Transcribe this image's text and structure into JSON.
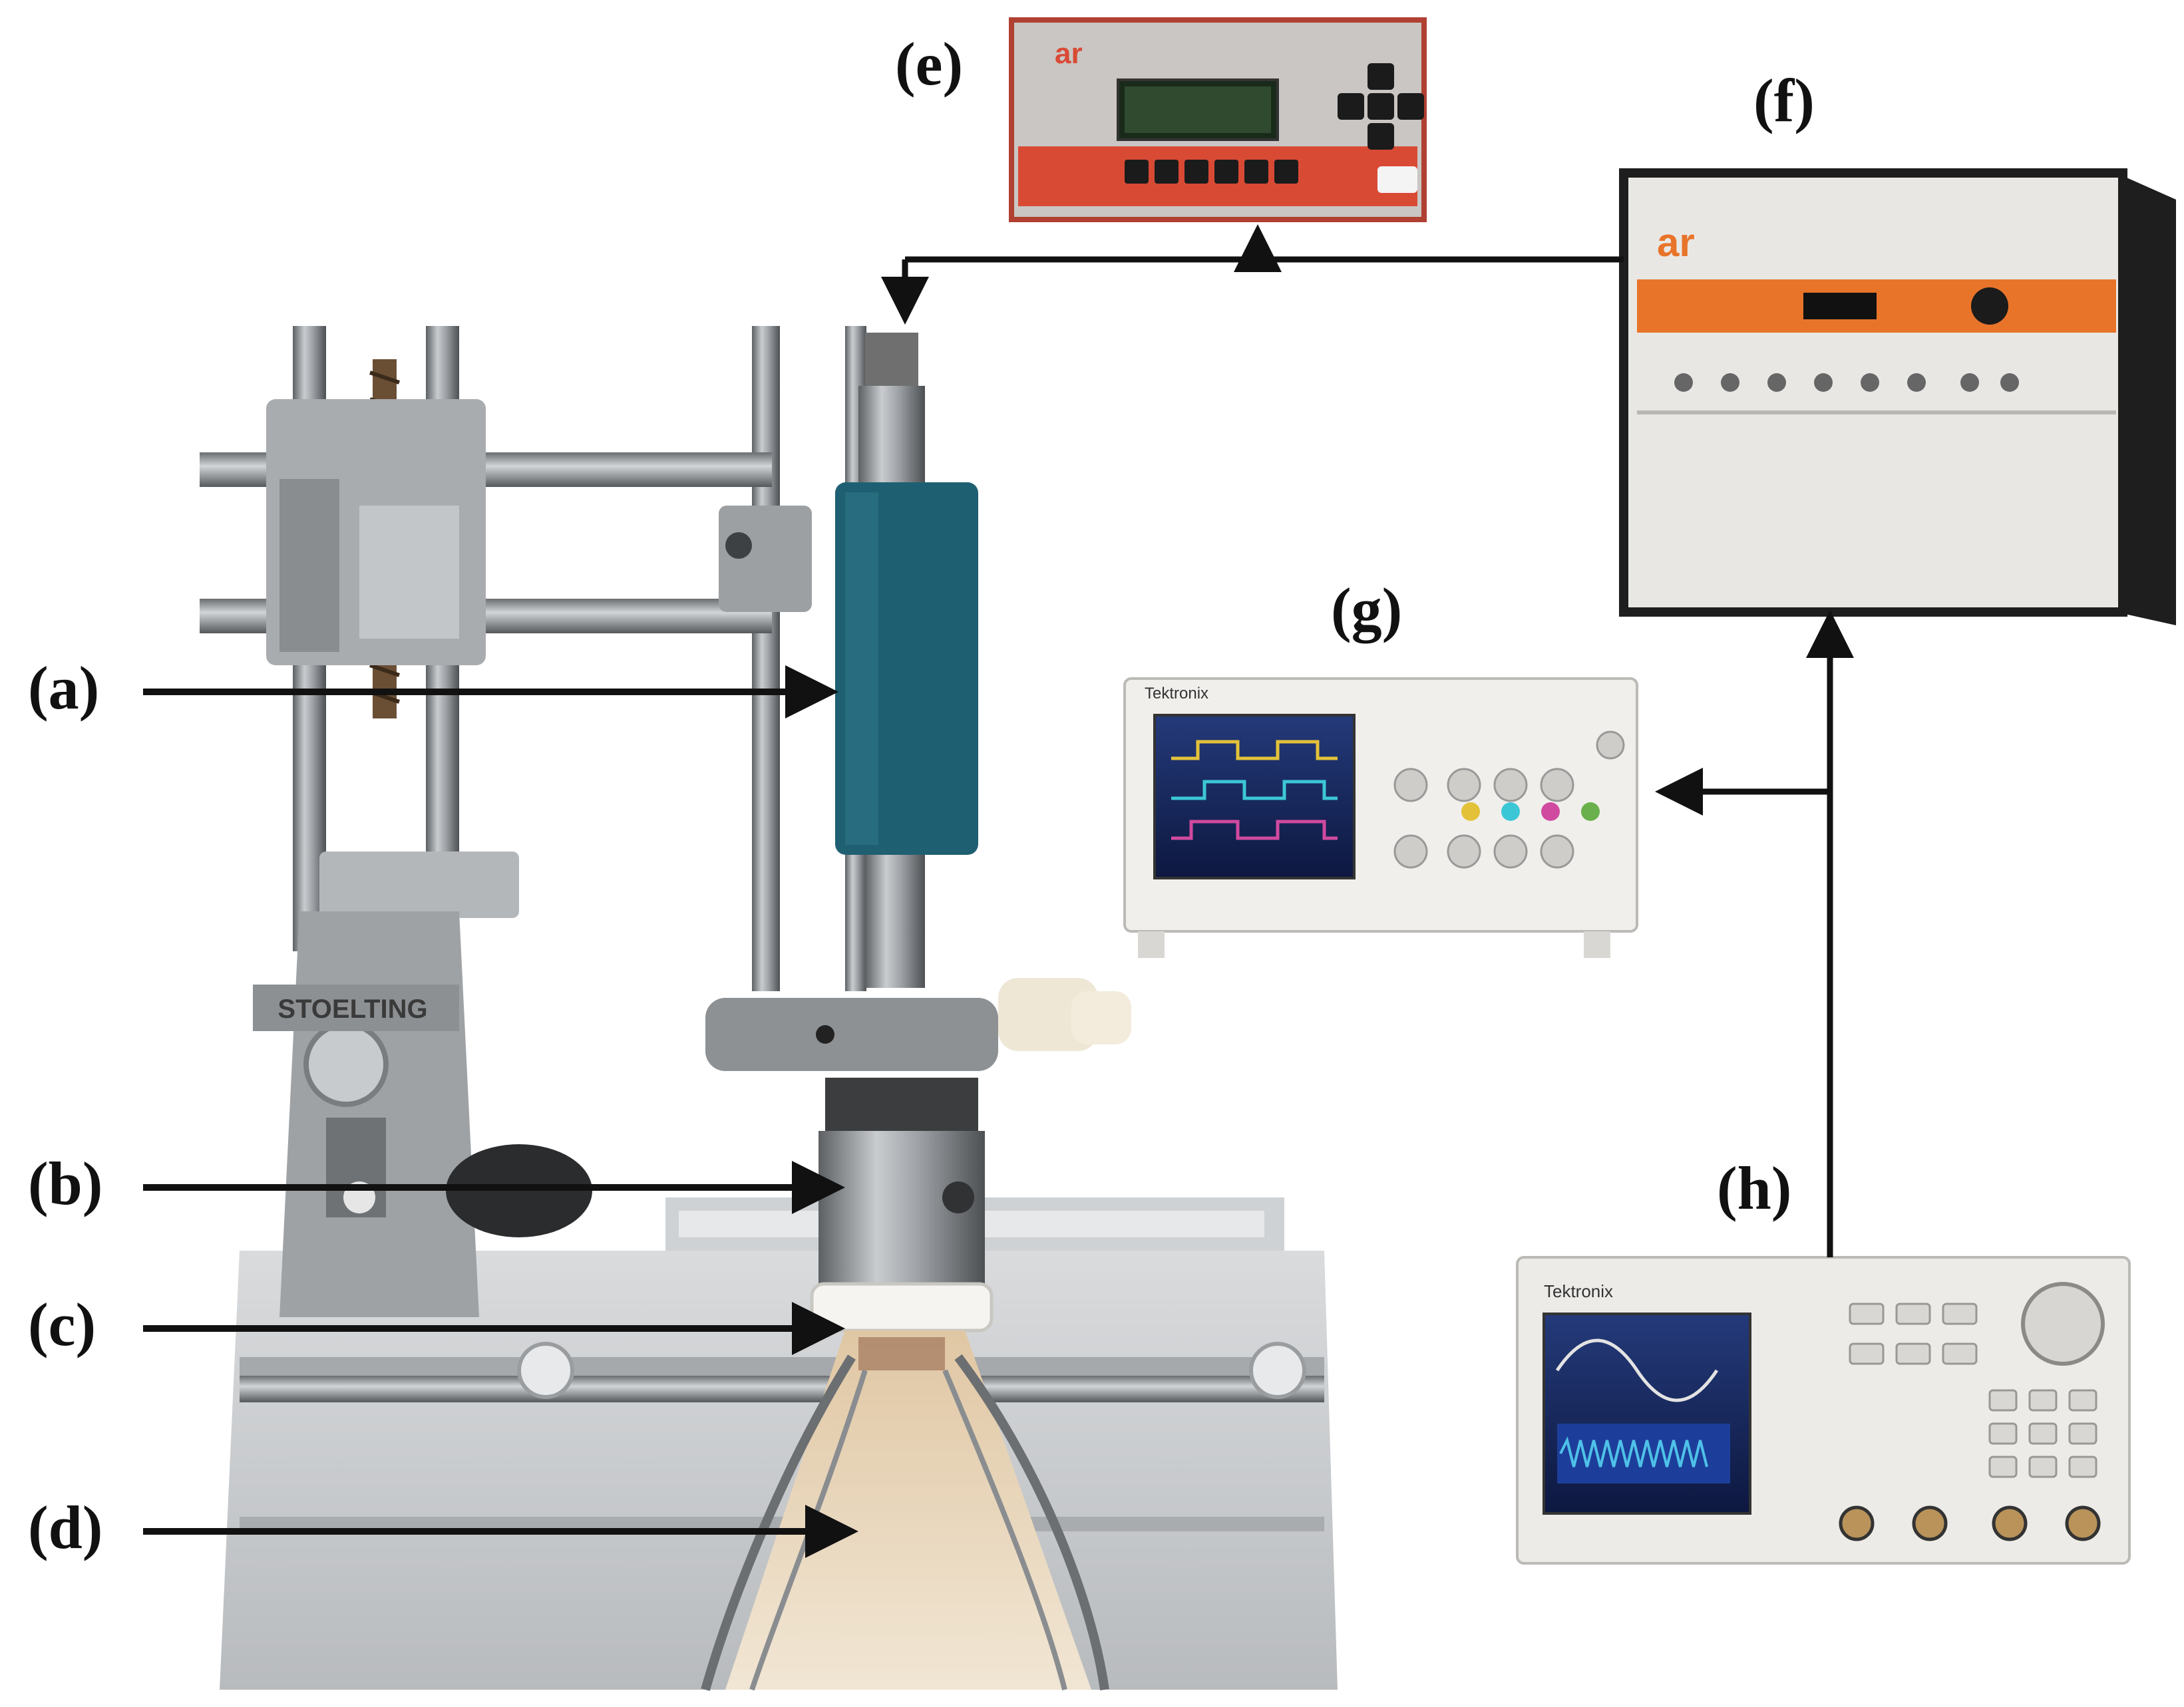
{
  "labels": {
    "a": "(a)",
    "b": "(b)",
    "c": "(c)",
    "d": "(d)",
    "e": "(e)",
    "f": "(f)",
    "g": "(g)",
    "h": "(h)"
  },
  "device_text": {
    "brand_logo": "ar",
    "frame_brand": "STOELTING",
    "scope_brand": "Tektronix",
    "afg_brand": "Tektronix"
  },
  "colors": {
    "background": "#ffffff",
    "arrow": "#111111",
    "amplifier_orange": "#e8742a",
    "meter_red": "#d94a35",
    "transducer_blue": "#1f5f72",
    "steel": "#8c8f92",
    "tissue": "#ead9bf"
  }
}
